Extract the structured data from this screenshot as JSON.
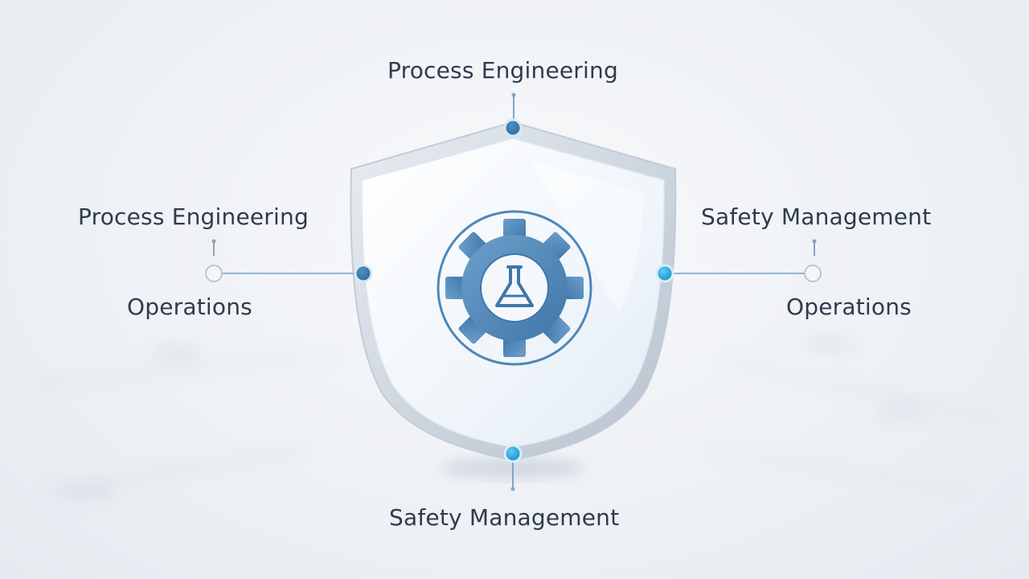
{
  "diagram": {
    "labels": {
      "top": "Process Engineering",
      "left_top": "Process Engineering",
      "left_bottom": "Operations",
      "right_top": "Safety Management",
      "right_bottom": "Operations",
      "bottom": "Safety Management"
    },
    "center_icon": "gear-with-flask-icon",
    "container_icon": "shield-icon",
    "colors": {
      "accent": "#1ea7e6",
      "gear": "#4f87b8",
      "line": "#8fb7d6",
      "text": "#2e3b4b"
    }
  }
}
